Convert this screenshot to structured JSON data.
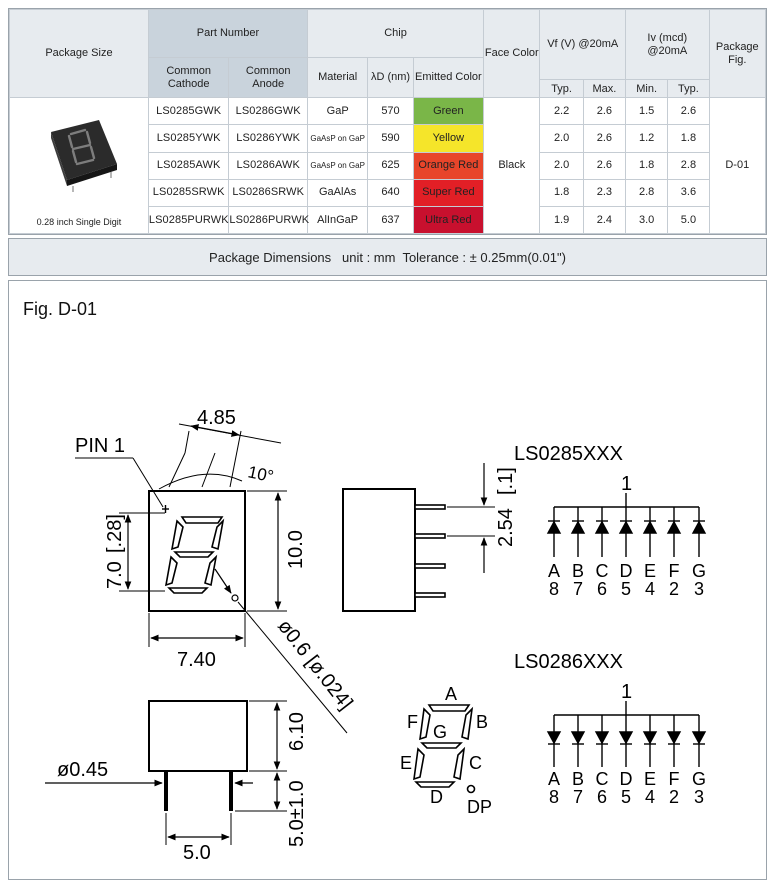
{
  "table": {
    "headers": {
      "package_size": "Package Size",
      "part_number": "Part Number",
      "common_cathode": "Common Cathode",
      "common_anode": "Common Anode",
      "chip": "Chip",
      "material": "Material",
      "wavelength": "λD (nm)",
      "emitted_color": "Emitted Color",
      "face_color": "Face Color",
      "vf": "Vf (V) @20mA",
      "iv": "Iv (mcd) @20mA",
      "package_fig": "Package Fig.",
      "typ": "Typ.",
      "max": "Max.",
      "min": "Min.",
      "typ2": "Typ."
    },
    "package_label": "0.28 inch Single Digit",
    "face_color": "Black",
    "package_fig": "D-01",
    "rows": [
      {
        "cathode": "LS0285GWK",
        "anode": "LS0286GWK",
        "material": "GaP",
        "wavelength": "570",
        "color": "Green",
        "color_hex": "#7ab648",
        "vf_typ": "2.2",
        "vf_max": "2.6",
        "iv_min": "1.5",
        "iv_typ": "2.6"
      },
      {
        "cathode": "LS0285YWK",
        "anode": "LS0286YWK",
        "material": "GaAsP on GaP",
        "wavelength": "590",
        "color": "Yellow",
        "color_hex": "#f5e52a",
        "vf_typ": "2.0",
        "vf_max": "2.6",
        "iv_min": "1.2",
        "iv_typ": "1.8"
      },
      {
        "cathode": "LS0285AWK",
        "anode": "LS0286AWK",
        "material": "GaAsP on GaP",
        "wavelength": "625",
        "color": "Orange Red",
        "color_hex": "#e8452a",
        "vf_typ": "2.0",
        "vf_max": "2.6",
        "iv_min": "1.8",
        "iv_typ": "2.8"
      },
      {
        "cathode": "LS0285SRWK",
        "anode": "LS0286SRWK",
        "material": "GaAlAs",
        "wavelength": "640",
        "color": "Super Red",
        "color_hex": "#e21f26",
        "vf_typ": "1.8",
        "vf_max": "2.3",
        "iv_min": "2.8",
        "iv_typ": "3.6"
      },
      {
        "cathode": "LS0285PURWK",
        "anode": "LS0286PURWK",
        "material": "AlInGaP",
        "wavelength": "637",
        "color": "Ultra Red",
        "color_hex": "#c8102e",
        "vf_typ": "1.9",
        "vf_max": "2.4",
        "iv_min": "3.0",
        "iv_typ": "5.0"
      }
    ]
  },
  "dims_bar": "Package Dimensions   unit : mm  Tolerance : ± 0.25mm(0.01\")",
  "figure": {
    "title": "Fig. D-01",
    "pin1": "PIN 1",
    "dim_485": "4.85",
    "dim_10deg": "10°",
    "dim_70": "7.0",
    "dim_28": "[.28]",
    "dim_100": "10.0",
    "dim_740": "7.40",
    "dim_06": "ø0.6 [ø.024]",
    "dim_254": "2.54",
    "dim_1": "[.1]",
    "dim_610": "6.10",
    "dim_045": "ø0.45",
    "dim_50pm": "5.0±1.0",
    "dim_50": "5.0",
    "ls0285": "LS0285XXX",
    "ls0286": "LS0286XXX",
    "common_pin": "1",
    "segments": [
      "A",
      "B",
      "C",
      "D",
      "E",
      "F",
      "G"
    ],
    "pins": [
      "8",
      "7",
      "6",
      "5",
      "4",
      "2",
      "3"
    ],
    "seg_labels": {
      "a": "A",
      "b": "B",
      "c": "C",
      "d": "D",
      "e": "E",
      "f": "F",
      "g": "G",
      "dp": "DP"
    }
  }
}
